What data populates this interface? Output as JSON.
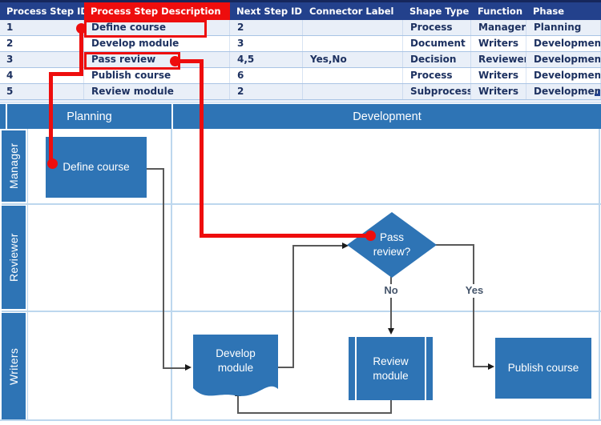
{
  "table": {
    "headers": [
      "Process Step ID",
      "Process Step Description",
      "Next Step ID",
      "Connector Label",
      "Shape Type",
      "Function",
      "Phase"
    ],
    "rows": [
      [
        "1",
        "Define course",
        "2",
        "",
        "Process",
        "Manager",
        "Planning"
      ],
      [
        "2",
        "Develop module",
        "3",
        "",
        "Document",
        "Writers",
        "Development"
      ],
      [
        "3",
        "Pass review",
        "4,5",
        "Yes,No",
        "Decision",
        "Reviewer",
        "Development"
      ],
      [
        "4",
        "Publish course",
        "6",
        "",
        "Process",
        "Writers",
        "Development"
      ],
      [
        "5",
        "Review module",
        "2",
        "",
        "Subprocess",
        "Writers",
        "Development"
      ]
    ]
  },
  "diagram": {
    "phases": {
      "planning": "Planning",
      "development": "Development"
    },
    "lanes": {
      "manager": "Manager",
      "reviewer": "Reviewer",
      "writers": "Writers"
    },
    "shapes": {
      "define_course": "Define course",
      "pass_review_line1": "Pass",
      "pass_review_line2": "review?",
      "develop_module_line1": "Develop",
      "develop_module_line2": "module",
      "review_module_line1": "Review",
      "review_module_line2": "module",
      "publish_course": "Publish course"
    },
    "connector_labels": {
      "no": "No",
      "yes": "Yes"
    }
  },
  "colors": {
    "shape_blue": "#2E74B5",
    "table_header_blue": "#23418C",
    "annotation_red": "#EE0D0D",
    "connector_gray": "#595959",
    "band_blue": "#E9EFF8",
    "grid_blue": "#BDD7EE"
  }
}
